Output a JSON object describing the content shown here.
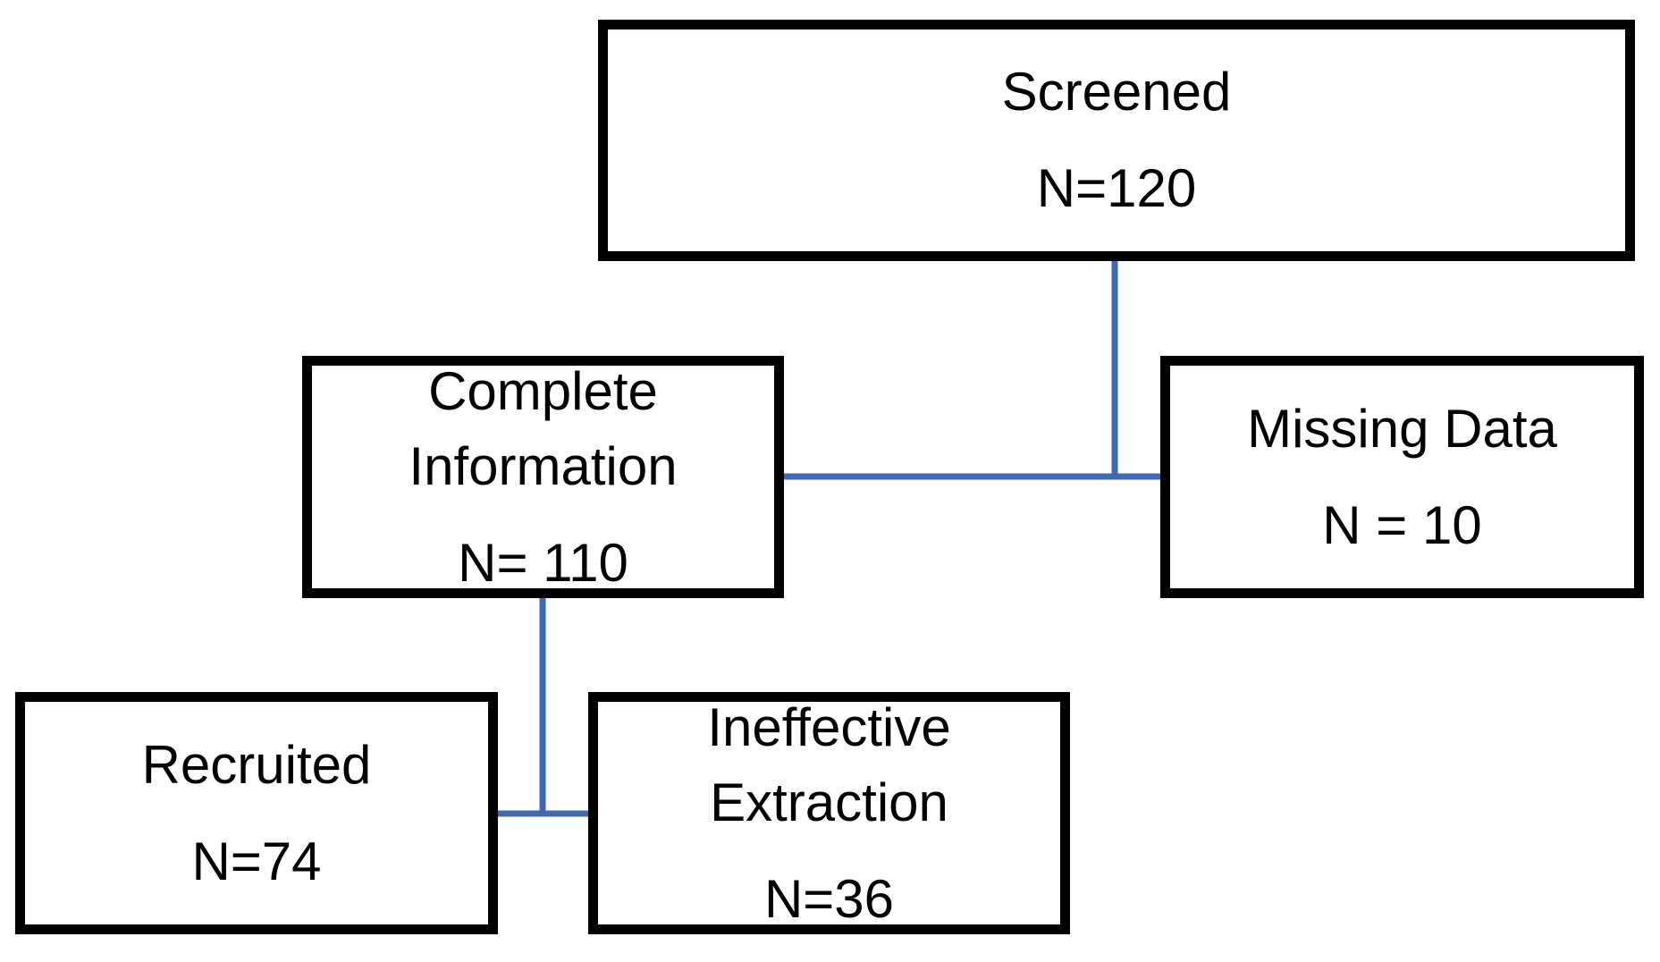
{
  "diagram": {
    "connector_color": "#4169b0",
    "border_color": "#000000",
    "nodes": {
      "screened": {
        "label": "Screened",
        "count": "N=120"
      },
      "complete": {
        "label_line1": "Complete",
        "label_line2": "Information",
        "count": "N= 110"
      },
      "missing": {
        "label": "Missing Data",
        "count": "N = 10"
      },
      "recruited": {
        "label": "Recruited",
        "count": "N=74"
      },
      "ineffective": {
        "label_line1": "Ineffective",
        "label_line2": "Extraction",
        "count": "N=36"
      }
    }
  }
}
